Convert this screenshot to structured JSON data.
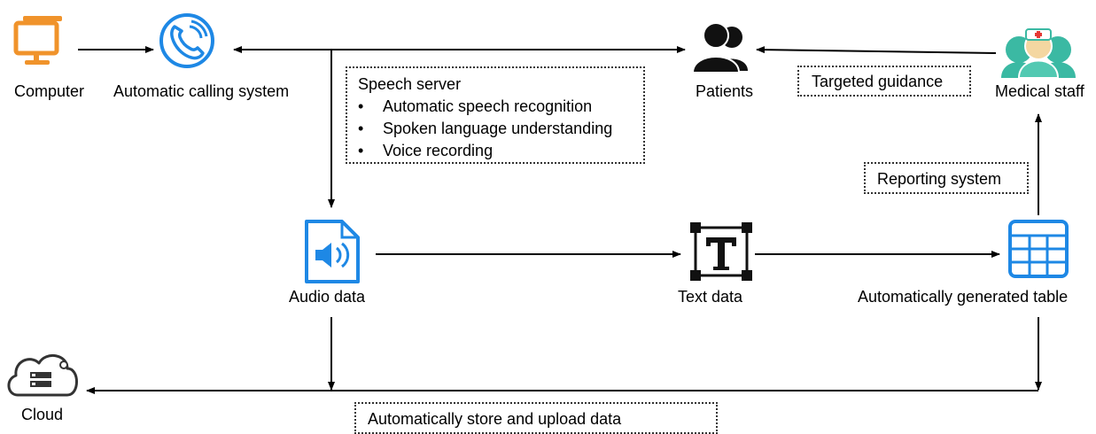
{
  "nodes": {
    "computer": "Computer",
    "calling_system": "Automatic calling system",
    "patients": "Patients",
    "medical_staff": "Medical staff",
    "audio_data": "Audio data",
    "text_data": "Text data",
    "table": "Automatically generated table",
    "cloud": "Cloud"
  },
  "speech_server": {
    "title": "Speech server",
    "items": [
      "Automatic speech recognition",
      "Spoken language understanding",
      "Voice recording"
    ],
    "bullet": "•"
  },
  "edge_labels": {
    "targeted_guidance": "Targeted guidance",
    "reporting_system": "Reporting system",
    "store_upload": "Automatically store and upload data"
  },
  "colors": {
    "computer_icon": "#F0932B",
    "blue_icon": "#1E88E5",
    "medical_teal": "#3BB9A3",
    "black_icon": "#111111",
    "arrows": "#000000"
  },
  "icons": {
    "computer": "desktop-computer-icon",
    "calling_system": "phone-icon",
    "patients": "people-icon",
    "medical_staff": "medical-team-icon",
    "audio_data": "audio-file-icon",
    "text_data": "text-frame-icon",
    "table": "table-grid-icon",
    "cloud": "cloud-server-icon"
  }
}
